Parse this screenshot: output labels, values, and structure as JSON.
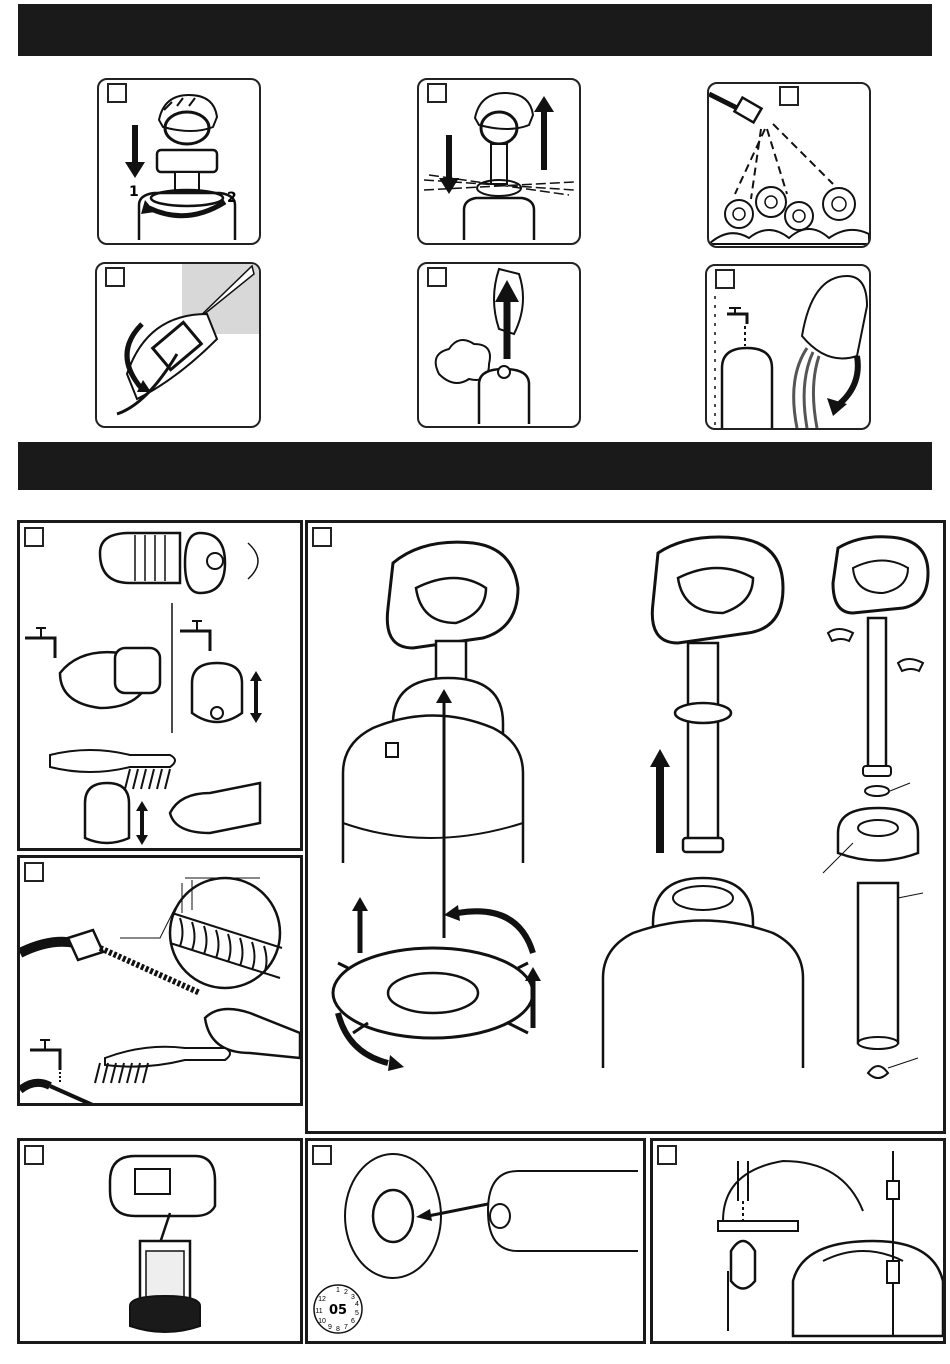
{
  "header_bars": [
    {
      "id": "top-bar",
      "text": ""
    },
    {
      "id": "middle-bar",
      "text": ""
    }
  ],
  "step_labels": {
    "push_arrow": "1",
    "twist_arrow": "2"
  },
  "dial_small": {
    "center": "05",
    "ring": [
      "1",
      "2",
      "3",
      "4",
      "5",
      "6",
      "7",
      "8",
      "9",
      "10",
      "11",
      "12"
    ]
  },
  "colors": {
    "ink": "#1a1a1a",
    "bar": "#1a1a1a",
    "wall_grey": "#d8d8d8",
    "paper": "#ffffff"
  }
}
